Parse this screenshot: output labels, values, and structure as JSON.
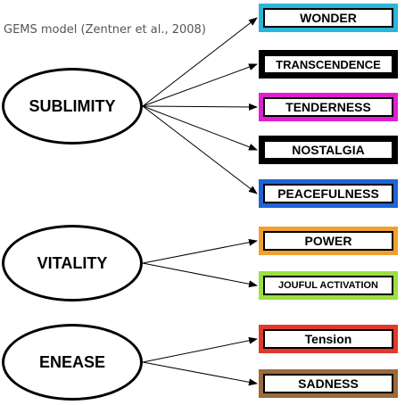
{
  "caption": "GEMS model (Zentner et al., 2008)",
  "categories": [
    {
      "label": "SUBLIMITY"
    },
    {
      "label": "VITALITY"
    },
    {
      "label": "ENEASE"
    }
  ],
  "emotions": [
    {
      "label": "WONDER",
      "color": "#2bb5d8"
    },
    {
      "label": "TRANSCENDENCE",
      "color": "#000000"
    },
    {
      "label": "TENDERNESS",
      "color": "#e020d0"
    },
    {
      "label": "NOSTALGIA",
      "color": "#000000"
    },
    {
      "label": "PEACEFULNESS",
      "color": "#1f63d6"
    },
    {
      "label": "POWER",
      "color": "#f0a030"
    },
    {
      "label": "JOUFUL ACTIVATION",
      "color": "#9be040"
    },
    {
      "label": "Tension",
      "color": "#e03a2c"
    },
    {
      "label": "SADNESS",
      "color": "#9a6a3a"
    }
  ]
}
